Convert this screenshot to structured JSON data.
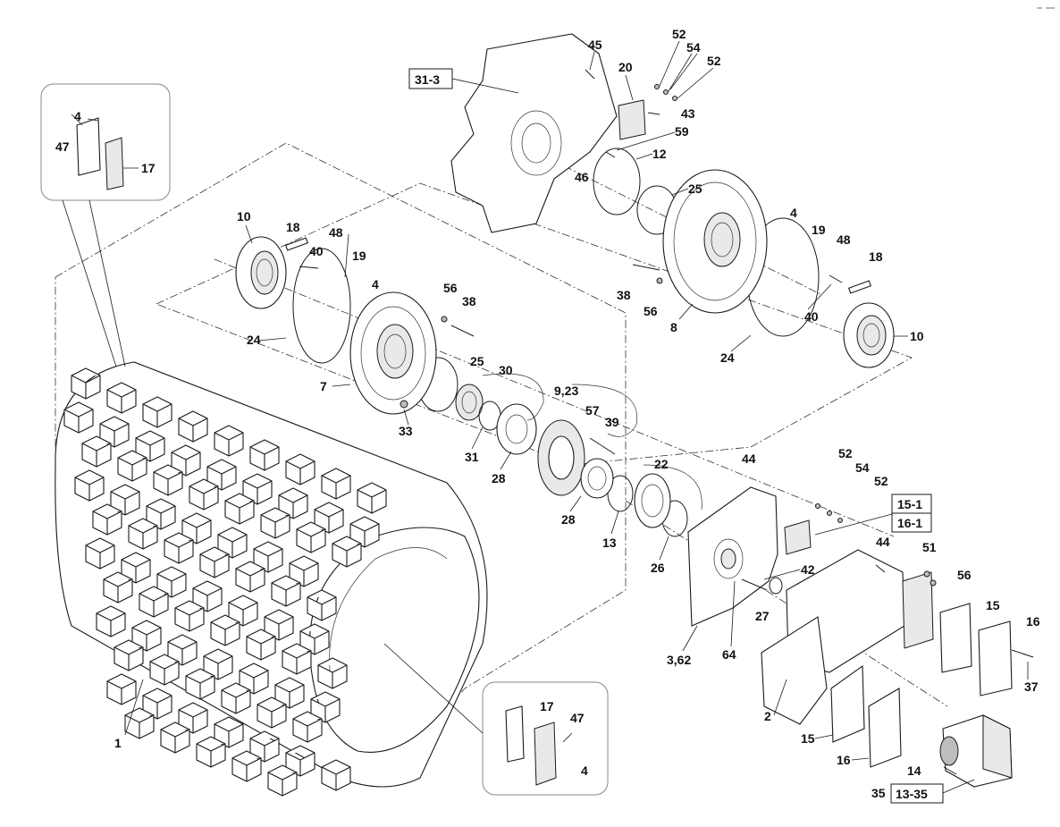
{
  "labels": {
    "l1": "1",
    "l2": "2",
    "l3_62": "3,62",
    "l4a": "4",
    "l4b": "4",
    "l4c": "4",
    "l4d": "4",
    "l7": "7",
    "l8": "8",
    "l9_23": "9,23",
    "l10a": "10",
    "l10b": "10",
    "l12": "12",
    "l13": "13",
    "l14": "14",
    "l15a": "15",
    "l15b": "15",
    "l16a": "16",
    "l16b": "16",
    "l17a": "17",
    "l17b": "17",
    "l18a": "18",
    "l18b": "18",
    "l19a": "19",
    "l19b": "19",
    "l20": "20",
    "l22": "22",
    "l24a": "24",
    "l24b": "24",
    "l25a": "25",
    "l25b": "25",
    "l26": "26",
    "l27": "27",
    "l28a": "28",
    "l28b": "28",
    "l30": "30",
    "l31": "31",
    "l33": "33",
    "l35": "35",
    "l37": "37",
    "l38a": "38",
    "l38b": "38",
    "l39": "39",
    "l40a": "40",
    "l40b": "40",
    "l42": "42",
    "l43": "43",
    "l44a": "44",
    "l44b": "44",
    "l45": "45",
    "l46": "46",
    "l47a": "47",
    "l47b": "47",
    "l48a": "48",
    "l48b": "48",
    "l51": "51",
    "l52a": "52",
    "l52b": "52",
    "l52c": "52",
    "l52d": "52",
    "l54a": "54",
    "l54b": "54",
    "l56a": "56",
    "l56b": "56",
    "l56c": "56",
    "l57": "57",
    "l59": "59",
    "l64": "64"
  },
  "boxed_refs": {
    "b31_3": "31-3",
    "b15_1": "15-1",
    "b16_1": "16-1",
    "b13_35": "13-35"
  },
  "icons": [
    "exploded-view",
    "padfoot-drum",
    "bearing",
    "flange",
    "bolt",
    "seal-ring",
    "motor"
  ]
}
